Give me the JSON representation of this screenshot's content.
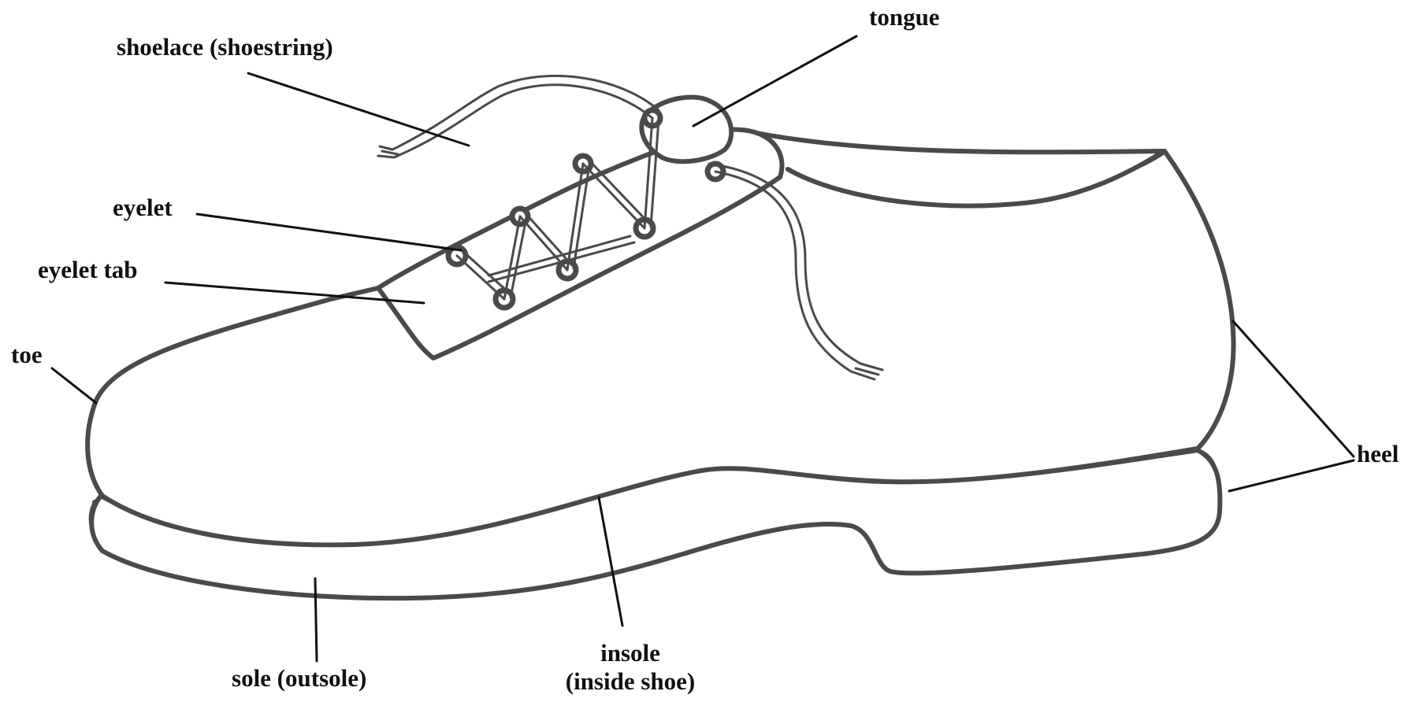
{
  "labels": {
    "shoelace": "shoelace (shoestring)",
    "tongue": "tongue",
    "eyelet": "eyelet",
    "eyelet_tab": "eyelet tab",
    "toe": "toe",
    "heel": "heel",
    "sole": "sole (outsole)",
    "insole_line1": "insole",
    "insole_line2": "(inside shoe)"
  },
  "colors": {
    "outline": "#4a4a4a",
    "text": "#111111",
    "background": "#ffffff"
  }
}
